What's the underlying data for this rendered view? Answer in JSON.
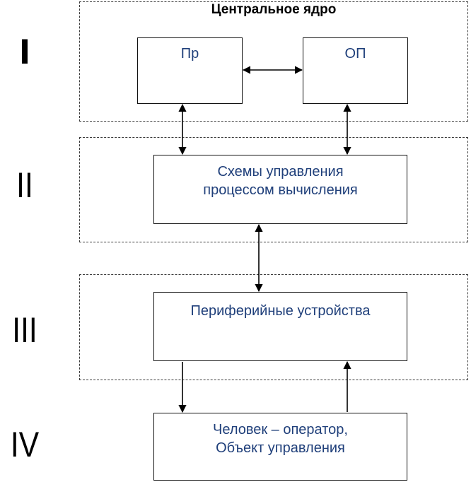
{
  "levels": [
    "I",
    "II",
    "III",
    "IV"
  ],
  "zone1_title": "Центральное ядро",
  "boxes": {
    "pr": "Пр",
    "op": "ОП",
    "schemes_line1": "Схемы управления",
    "schemes_line2": "процессом вычисления",
    "peripheral": "Периферийные устройства",
    "human_line1": "Человек – оператор,",
    "human_line2": "Объект управления"
  },
  "colors": {
    "box_text": "#1f3f7a",
    "border": "#111111",
    "dashed": "#3a3a3a"
  }
}
